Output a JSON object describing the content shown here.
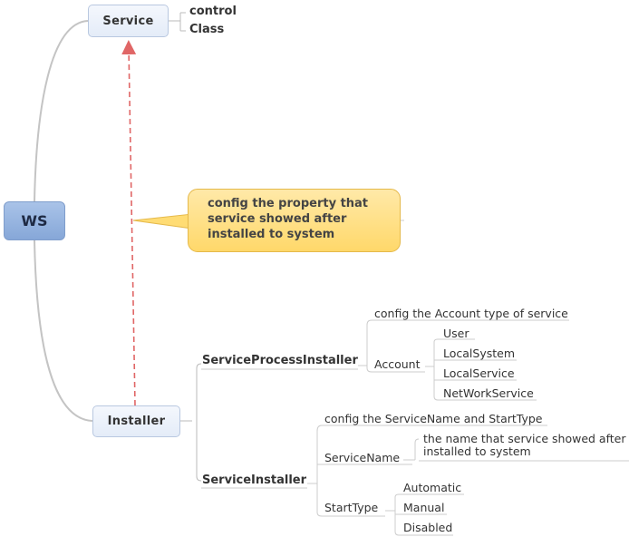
{
  "root": {
    "label": "WS"
  },
  "service": {
    "label": "Service",
    "children": [
      "control",
      "Class"
    ]
  },
  "callout": {
    "lines": [
      "config the property that",
      "service showed after",
      "installed to system"
    ]
  },
  "installer": {
    "label": "Installer",
    "process_installer": {
      "label": "ServiceProcessInstaller",
      "note": "config the Account type of service",
      "account": {
        "label": "Account",
        "options": [
          "User",
          "LocalSystem",
          "LocalService",
          "NetWorkService"
        ]
      }
    },
    "service_installer": {
      "label": "ServiceInstaller",
      "note": "config the ServiceName and StartType",
      "service_name": {
        "label": "ServiceName",
        "note": "the name that service showed after installed to system"
      },
      "start_type": {
        "label": "StartType",
        "options": [
          "Automatic",
          "Manual",
          "Disabled"
        ]
      }
    }
  },
  "colors": {
    "root_fill": "#8fadde",
    "main_fill": "#e9eff9",
    "callout_fill": "#ffdc74",
    "relationship_arrow": "#e06666",
    "connector": "#bbbbbb"
  }
}
